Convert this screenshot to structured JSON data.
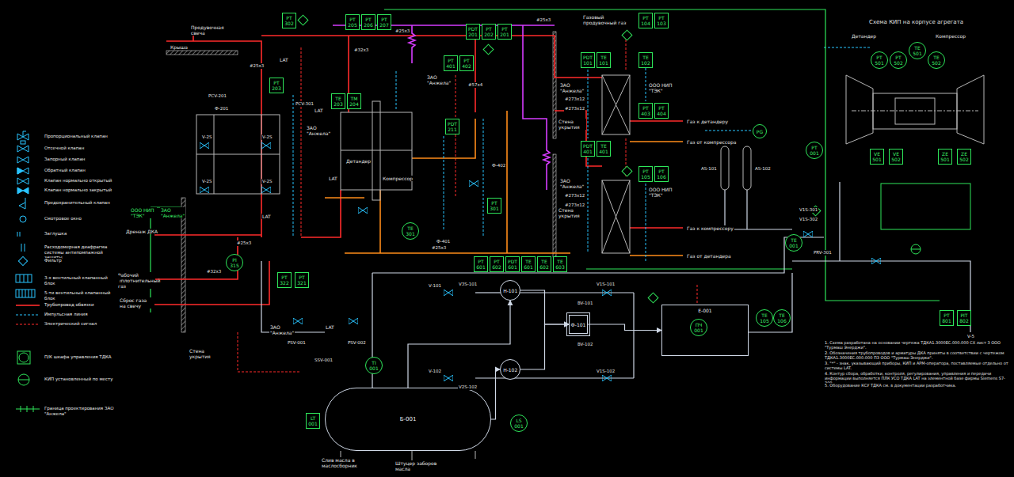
{
  "diagram": {
    "nodes": [
      {
        "text": [
          "PT 302"
        ]
      },
      {
        "text": [
          "PT 205"
        ]
      },
      {
        "text": [
          "PT 206"
        ]
      },
      {
        "text": [
          "PT 207"
        ]
      },
      {
        "text": [
          "PDT 201"
        ]
      },
      {
        "text": [
          "PT 202"
        ]
      },
      {
        "text": [
          "PT 201"
        ]
      },
      {
        "text": [
          "PT 104"
        ]
      },
      {
        "text": [
          "PT 103"
        ]
      },
      {
        "text": [
          "PDT 101"
        ]
      },
      {
        "text": [
          "TE 101"
        ]
      },
      {
        "text": [
          "TE 102"
        ]
      },
      {
        "text": [
          "PT 203"
        ]
      },
      {
        "text": [
          "TE 203"
        ]
      },
      {
        "text": [
          "TM 204"
        ]
      },
      {
        "text": [
          "PT 401"
        ]
      },
      {
        "text": [
          "PT 402"
        ]
      },
      {
        "text": [
          "PDT 401"
        ]
      },
      {
        "text": [
          "TE 401"
        ]
      },
      {
        "text": [
          "PT 403"
        ]
      },
      {
        "text": [
          "PT 404"
        ]
      },
      {
        "text": [
          "PT 105"
        ]
      },
      {
        "text": [
          "PT 106"
        ]
      },
      {
        "text": [
          "PT 601"
        ]
      },
      {
        "text": [
          "PT 602"
        ]
      },
      {
        "text": [
          "PDT 601"
        ]
      },
      {
        "text": [
          "TE 601"
        ]
      },
      {
        "text": [
          "TE 602"
        ]
      },
      {
        "text": [
          "TE 603"
        ]
      },
      {
        "text": [
          "PT 322"
        ]
      },
      {
        "text": [
          "PT 321"
        ]
      },
      {
        "text": [
          "PI 315"
        ]
      },
      {
        "text": [
          "TE 301"
        ]
      },
      {
        "text": [
          "TI 001"
        ]
      },
      {
        "text": [
          "LT 001"
        ]
      },
      {
        "text": [
          "LS 001"
        ]
      },
      {
        "text": [
          "Б-001"
        ]
      },
      {
        "text": [
          "Н-101"
        ]
      },
      {
        "text": [
          "Н-102"
        ]
      },
      {
        "text": [
          "Ф-101"
        ]
      },
      {
        "text": [
          "Е-001"
        ]
      },
      {
        "text": [
          "ПЧ 001"
        ],
        "in": 40
      },
      {
        "text": [
          "TE 105"
        ]
      },
      {
        "text": [
          "TE 106"
        ]
      },
      {
        "text": [
          "PT 801"
        ]
      },
      {
        "text": [
          "PIT 802"
        ]
      },
      {
        "text": [
          "PT 501"
        ]
      },
      {
        "text": [
          "PT 502"
        ]
      },
      {
        "text": [
          "TE 501"
        ]
      },
      {
        "text": [
          "TE 502"
        ]
      },
      {
        "text": [
          "VE 501"
        ]
      },
      {
        "text": [
          "VE 502"
        ]
      },
      {
        "text": [
          "ZE 501"
        ]
      },
      {
        "text": [
          "ZE 502"
        ]
      },
      {
        "text": [
          "PT 001"
        ]
      },
      {
        "text": [
          "TE 001"
        ]
      },
      {
        "text": [
          "PDT 211"
        ]
      },
      {
        "text": [
          "PT 301"
        ]
      },
      {
        "text": [
          "PG"
        ]
      }
    ],
    "edges": [
      {
        "from": 36,
        "to": 37,
        "arrow": "to"
      },
      {
        "from": 36,
        "to": 38,
        "arrow": "to"
      },
      {
        "from": 37,
        "to": 39,
        "arrow": "to"
      },
      {
        "from": 38,
        "to": 39,
        "arrow": "to"
      },
      {
        "from": 39,
        "to": 40,
        "arrow": "to"
      }
    ],
    "labels": [
      "Продувочная свеча",
      "Крыша",
      "Стена укрытия",
      "Стена укрытия",
      "Стена укрытия",
      "ООО НИП \"ТЭК\"",
      "ЗАО \"Анжела\"",
      "Дренаж ДКА",
      "Рабочий уплотнительный газ",
      "Сброс газа на свечу",
      "Детандер",
      "Компрессор",
      "Газ к детандеру",
      "Газ от компрессора",
      "Газ к компрессору",
      "Газ от детандера",
      "Газовый продувочный газ",
      "ЗАО \"Анжела\"",
      "ООО НИП \"ТЭК\"",
      "ЗАО \"Анжела\"",
      "ООО НИП \"ТЭК\"",
      "ЗАО \"Анжела\"",
      "ЗАО \"Анжела\"",
      "ЗАО \"Анжела\"",
      "Слив масла в маслосборник",
      "Штуцер заборов масла",
      "Схема КИП на корпусе агрегата",
      "Детандер",
      "Компрессор",
      "LAT",
      "LAT",
      "LAT",
      "LAT",
      "LAT",
      "#25x3",
      "#57x4",
      "#25x3",
      "#25x3",
      "#273x12",
      "#273x12",
      "#273x12",
      "#273x12",
      "#25x3",
      "#32x3",
      "#25x3",
      "#32x3",
      "PCV-301",
      "PCV-201",
      "V-2S",
      "V-2S",
      "V-2S",
      "V-2S",
      "V-101",
      "V-102",
      "BV-101",
      "BV-102",
      "V1S-101",
      "V1S-102",
      "V3S-101",
      "V2S-102",
      "PSV-001",
      "PSV-002",
      "SSV-001",
      "Ф-201",
      "Ф-401",
      "Ф-402",
      "V1S-301",
      "V1S-302",
      "PRV-301",
      "AS-101",
      "AS-102",
      "V-5",
      "1. Схема разработана на основании чертежа ТДКА1.3000ЕС.000.000 СХ лист 3 ООО \"Турмаш Энерджи\".",
      "2. Обозначения трубопроводов и арматуры ДКА приняты в соответствии с чертежом ТДКА1.3000ЕС.000.000 ПЗ ООО \"Турмаш Энерджи\".",
      "3. \"*\" - знак, указывающий приборы, КИП и АРМ-оператора, поставляемые отдельно от системы LAT.",
      "4. Контур сбора, обработки, контроля, регулирования, управления и передачи информации выполняется ПЛК УСО ТДКА LAT на элементной базе фирмы Siemens S7-300.",
      "5. Оборудование КСУ ТДКА см. в документации разработчика."
    ],
    "legend": [
      {
        "text": "Пропорциональный клапан"
      },
      {
        "text": "Отсечной клапан"
      },
      {
        "text": "Запорный клапан"
      },
      {
        "text": "Обратный клапан"
      },
      {
        "text": "Клапан нормально открытый"
      },
      {
        "text": "Клапан нормально закрытый"
      },
      {
        "text": "Предохранительный клапан"
      },
      {
        "text": "Смотровое окно"
      },
      {
        "text": "Заглушка"
      },
      {
        "text": "Расходомерная диафрагма системы антипомпажной защиты"
      },
      {
        "text": "Фильтр"
      },
      {
        "text": "3-х вентильный клапанный блок"
      },
      {
        "text": "5-ти вентильный клапанный блок"
      },
      {
        "text": "Трубопровод обвязки"
      },
      {
        "text": "Импульсная линия"
      },
      {
        "text": "Электрический сигнал"
      },
      {
        "text": "П/К шкафа управления ТДКА"
      },
      {
        "text": "КИП установленный по месту"
      },
      {
        "text": "Граница проектирования ЗАО \"Анжела\""
      }
    ]
  }
}
